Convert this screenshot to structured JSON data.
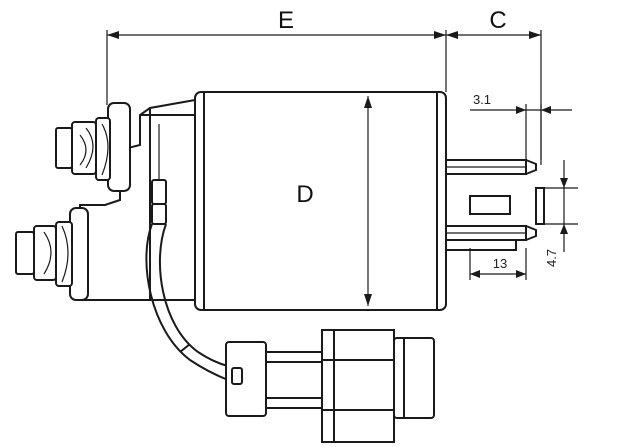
{
  "dimensions": {
    "E": "E",
    "C": "C",
    "D": "D",
    "pin_width": "3.1",
    "pin_length": "13",
    "pin_spacing": "4.7"
  }
}
